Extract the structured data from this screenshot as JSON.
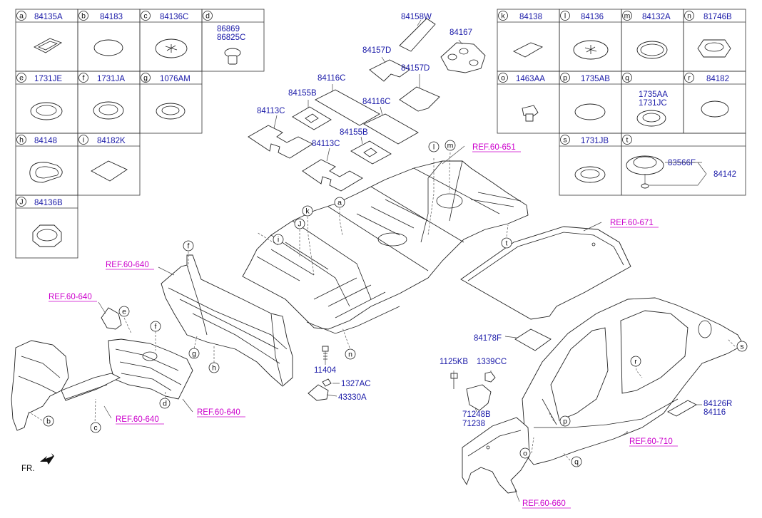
{
  "parts_table": {
    "cells": [
      {
        "letter": "a",
        "part": "84135A"
      },
      {
        "letter": "b",
        "part": "84183"
      },
      {
        "letter": "c",
        "part": "84136C"
      },
      {
        "letter": "d",
        "part": "86869",
        "part2": "86825C"
      },
      {
        "letter": "e",
        "part": "1731JE"
      },
      {
        "letter": "f",
        "part": "1731JA"
      },
      {
        "letter": "g",
        "part": "1076AM"
      },
      {
        "letter": "h",
        "part": "84148"
      },
      {
        "letter": "i",
        "part": "84182K"
      },
      {
        "letter": "J",
        "part": "84136B"
      },
      {
        "letter": "k",
        "part": "84138"
      },
      {
        "letter": "l",
        "part": "84136"
      },
      {
        "letter": "m",
        "part": "84132A"
      },
      {
        "letter": "n",
        "part": "81746B"
      },
      {
        "letter": "o",
        "part": "1463AA"
      },
      {
        "letter": "p",
        "part": "1735AB"
      },
      {
        "letter": "q",
        "part": "1735AA",
        "part2": "1731JC"
      },
      {
        "letter": "r",
        "part": "84182"
      },
      {
        "letter": "s",
        "part": "1731JB"
      },
      {
        "letter": "t",
        "part": "83566F",
        "part2": "84142"
      }
    ]
  },
  "callouts": [
    {
      "letter": "a"
    },
    {
      "letter": "b"
    },
    {
      "letter": "c"
    },
    {
      "letter": "d"
    },
    {
      "letter": "e"
    },
    {
      "letter": "f"
    },
    {
      "letter": "f"
    },
    {
      "letter": "g"
    },
    {
      "letter": "h"
    },
    {
      "letter": "i"
    },
    {
      "letter": "J"
    },
    {
      "letter": "k"
    },
    {
      "letter": "l"
    },
    {
      "letter": "m"
    },
    {
      "letter": "n"
    },
    {
      "letter": "o"
    },
    {
      "letter": "p"
    },
    {
      "letter": "q"
    },
    {
      "letter": "r"
    },
    {
      "letter": "s"
    },
    {
      "letter": "t"
    },
    {
      "letter": "t"
    }
  ],
  "part_labels": {
    "p84158W": "84158W",
    "p84167": "84167",
    "p84157D_1": "84157D",
    "p84157D_2": "84157D",
    "p84116C_1": "84116C",
    "p84116C_2": "84116C",
    "p84155B_1": "84155B",
    "p84155B_2": "84155B",
    "p84113C_1": "84113C",
    "p84113C_2": "84113C",
    "p84178F": "84178F",
    "p11404": "11404",
    "p1327AC": "1327AC",
    "p43330A": "43330A",
    "p1125KB": "1125KB",
    "p1339CC": "1339CC",
    "p71248B": "71248B",
    "p71238": "71238",
    "p84126R": "84126R",
    "p84116": "84116"
  },
  "refs": {
    "r651": "REF.60-651",
    "r671": "REF.60-671",
    "r640a": "REF.60-640",
    "r640b": "REF.60-640",
    "r640c": "REF.60-640",
    "r640d": "REF.60-640",
    "r710": "REF.60-710",
    "r660": "REF.60-660"
  },
  "front_label": "FR.",
  "colors": {
    "part_number": "#1a1aa8",
    "reference": "#cc00cc",
    "line": "#222222"
  }
}
